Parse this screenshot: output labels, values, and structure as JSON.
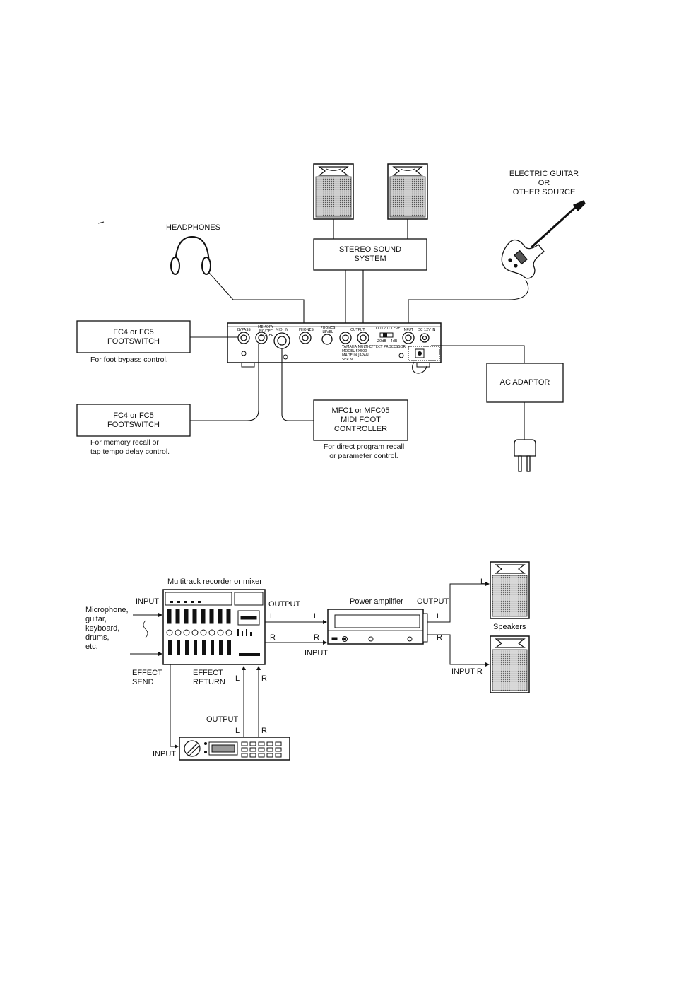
{
  "diagram1": {
    "electric_guitar": [
      "ELECTRIC GUITAR",
      "OR",
      "OTHER SOURCE"
    ],
    "headphones": "HEADPHONES",
    "stereo_system": [
      "STEREO SOUND",
      "SYSTEM"
    ],
    "footswitch_1": [
      "FC4 or FC5",
      "FOOTSWITCH"
    ],
    "footswitch_1_note": "For foot bypass control.",
    "footswitch_2": [
      "FC4 or FC5",
      "FOOTSWITCH"
    ],
    "footswitch_2_note": [
      "For memory recall or",
      "tap tempo delay control."
    ],
    "midi_controller": [
      "MFC1 or MFC05",
      "MIDI FOOT",
      "CONTROLLER"
    ],
    "midi_controller_note": [
      "For direct program recall",
      "or parameter control."
    ],
    "ac_adaptor": "AC ADAPTOR",
    "panel": {
      "bypass": "BYPASS",
      "memory": "MEMORY INC/DEC TRIGGER",
      "midi_in": "MIDI IN",
      "phones": "PHONES",
      "phones_level": "PHONES LEVEL",
      "output": "OUTPUT",
      "output_level": "OUTPUT LEVEL",
      "level_range": "-20dB  +4dB",
      "input": "INPUT",
      "dc_in": "DC 12V IN",
      "yamaha": "YAMAHA MULTI-EFFECT PROCESSOR",
      "model": "MODEL FX500",
      "made_in": "MADE IN JAPAN",
      "serial": "SER.NO."
    }
  },
  "diagram2": {
    "multitrack": "Multitrack recorder or mixer",
    "input": "INPUT",
    "sources": [
      "Microphone,",
      "guitar,",
      "keyboard,",
      "drums,",
      "etc."
    ],
    "output": "OUTPUT",
    "l": "L",
    "r": "R",
    "effect_send": [
      "EFFECT",
      "SEND"
    ],
    "effect_return": [
      "EFFECT",
      "RETURN"
    ],
    "power_amp": "Power amplifier",
    "amp_output": "OUTPUT",
    "amp_input": "INPUT",
    "speakers": "Speakers",
    "input_r": "INPUT  R",
    "fx_output": "OUTPUT",
    "fx_input": "INPUT"
  }
}
